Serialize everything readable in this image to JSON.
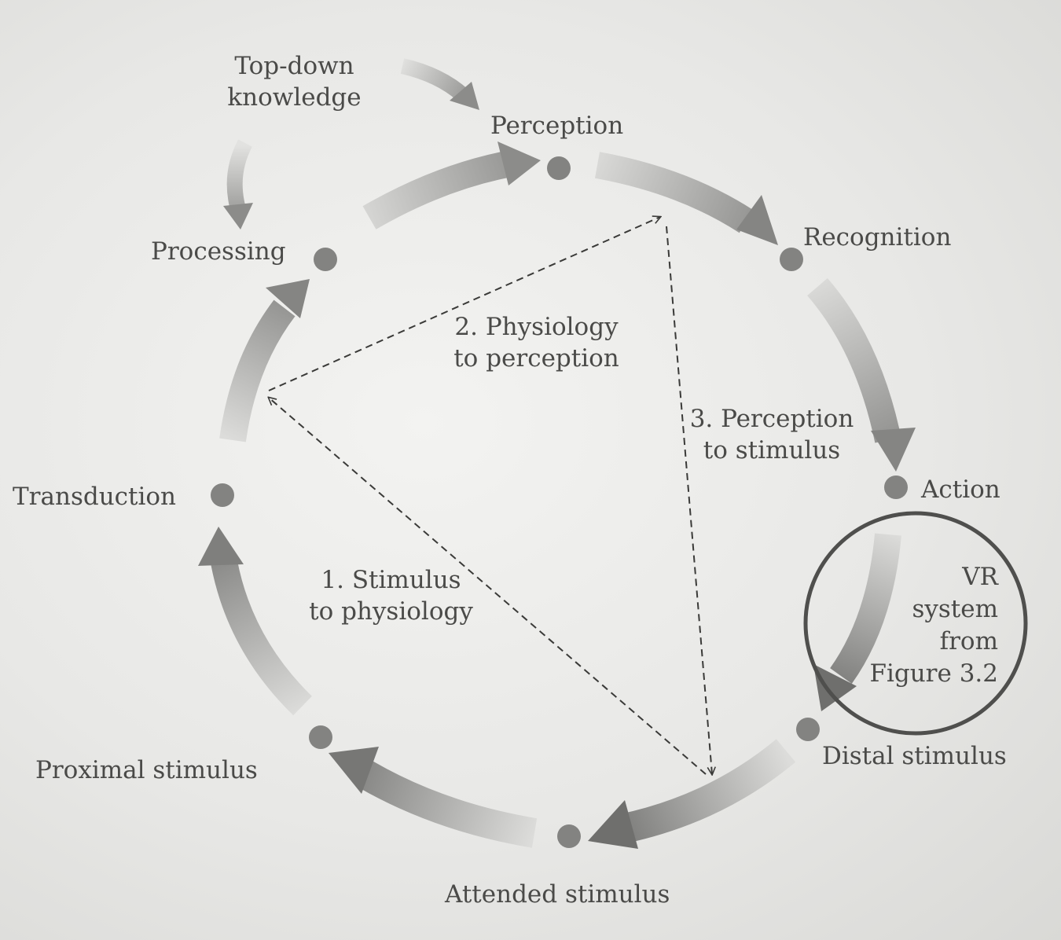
{
  "diagram": {
    "nodes": {
      "perception": "Perception",
      "recognition": "Recognition",
      "action": "Action",
      "distal": "Distal stimulus",
      "attended": "Attended stimulus",
      "proximal": "Proximal stimulus",
      "transduction": "Transduction",
      "processing": "Processing"
    },
    "top_down": {
      "line1": "Top-down",
      "line2": "knowledge"
    },
    "relations": {
      "r1": {
        "line1": "1. Stimulus",
        "line2": "to physiology"
      },
      "r2": {
        "line1": "2. Physiology",
        "line2": "to perception"
      },
      "r3": {
        "line1": "3. Perception",
        "line2": "to stimulus"
      }
    },
    "vr_note": {
      "line1": "VR",
      "line2": "system",
      "line3": "from",
      "line4": "Figure 3.2"
    }
  }
}
